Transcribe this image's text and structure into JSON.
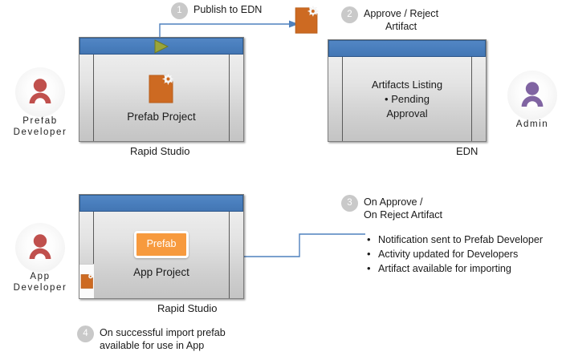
{
  "diagram": {
    "title": "Prefab publish and import workflow",
    "accent_blue": "#4a7fbe",
    "accent_orange": "#cd6a22",
    "badge_gray": "#c9c9c9",
    "connector_blue": "#4f81bd"
  },
  "actors": [
    {
      "id": "prefab-developer",
      "label": "Prefab\nDeveloper",
      "line1": "Prefab",
      "line2": "Developer",
      "color": "#c0504d",
      "icon": "person-icon"
    },
    {
      "id": "admin",
      "label": "Admin",
      "line1": "Admin",
      "line2": "",
      "color": "#8064a2",
      "icon": "person-icon"
    },
    {
      "id": "app-developer",
      "label": "App\nDeveloper",
      "line1": "App",
      "line2": "Developer",
      "color": "#c0504d",
      "icon": "person-icon"
    }
  ],
  "windows": [
    {
      "id": "prefab-project",
      "caption": "Rapid Studio",
      "project_name": "Prefab Project",
      "has_play_button": true,
      "icon": "artifact-icon"
    },
    {
      "id": "edn",
      "caption": "EDN",
      "heading": "Artifacts Listing",
      "bullet": "Pending",
      "bullet_line2": "Approval",
      "has_play_button": false
    },
    {
      "id": "app-project",
      "caption": "Rapid Studio",
      "project_name": "App  Project",
      "chip_label": "Prefab",
      "has_play_button": false,
      "dock_icon": "artifact-icon"
    }
  ],
  "steps": [
    {
      "number": "1",
      "text": "Publish to EDN"
    },
    {
      "number": "2",
      "text": "Approve / Reject\nArtifact"
    },
    {
      "number": "3",
      "text": "On Approve /\nOn Reject Artifact"
    },
    {
      "number": "4",
      "text": "On successful import prefab\navailable for use in App"
    }
  ],
  "notes": {
    "items": [
      "Notification sent to Prefab Developer",
      "Activity updated for Developers",
      "Artifact available for importing"
    ]
  },
  "artifact_icon_label": "artifact-icon"
}
